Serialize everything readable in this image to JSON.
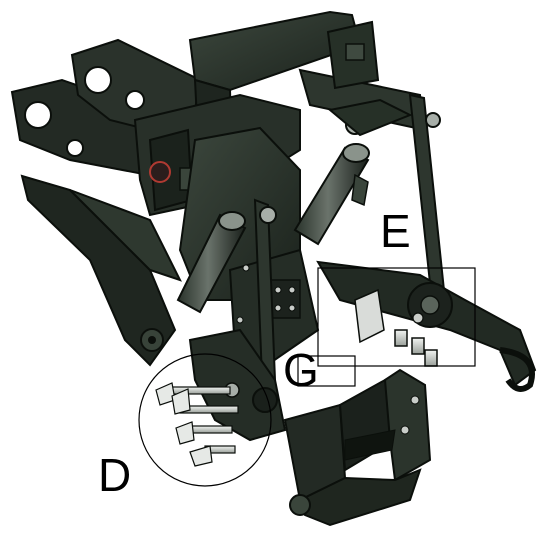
{
  "labels": {
    "e": "E",
    "g": "G",
    "d": "D"
  },
  "colors": {
    "metal_dark": "#1d241e",
    "metal_mid": "#2e382f",
    "metal_light": "#4a554b",
    "bolt": "#c9cdc9",
    "edge": "#0b0f0b",
    "callout": "#000000",
    "accent_red": "#b03a32"
  }
}
